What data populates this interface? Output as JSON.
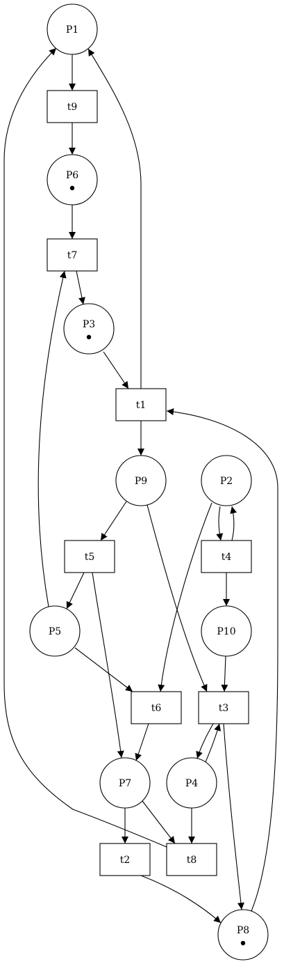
{
  "diagram": {
    "type": "petri-net",
    "places": [
      {
        "id": "P1",
        "label": "P1",
        "tokens": 0
      },
      {
        "id": "P6",
        "label": "P6",
        "tokens": 1
      },
      {
        "id": "P3",
        "label": "P3",
        "tokens": 1
      },
      {
        "id": "P9",
        "label": "P9",
        "tokens": 0
      },
      {
        "id": "P2",
        "label": "P2",
        "tokens": 0
      },
      {
        "id": "P5",
        "label": "P5",
        "tokens": 0
      },
      {
        "id": "P10",
        "label": "P10",
        "tokens": 0
      },
      {
        "id": "P7",
        "label": "P7",
        "tokens": 0
      },
      {
        "id": "P4",
        "label": "P4",
        "tokens": 0
      },
      {
        "id": "P8",
        "label": "P8",
        "tokens": 1
      }
    ],
    "transitions": [
      {
        "id": "t9",
        "label": "t9"
      },
      {
        "id": "t7",
        "label": "t7"
      },
      {
        "id": "t1",
        "label": "t1"
      },
      {
        "id": "t5",
        "label": "t5"
      },
      {
        "id": "t4",
        "label": "t4"
      },
      {
        "id": "t6",
        "label": "t6"
      },
      {
        "id": "t3",
        "label": "t3"
      },
      {
        "id": "t2",
        "label": "t2"
      },
      {
        "id": "t8",
        "label": "t8"
      }
    ],
    "arcs": [
      {
        "from": "P1",
        "to": "t9"
      },
      {
        "from": "t9",
        "to": "P6"
      },
      {
        "from": "P6",
        "to": "t7"
      },
      {
        "from": "t7",
        "to": "P3"
      },
      {
        "from": "P3",
        "to": "t1"
      },
      {
        "from": "t1",
        "to": "P1"
      },
      {
        "from": "t1",
        "to": "P9"
      },
      {
        "from": "P9",
        "to": "t5"
      },
      {
        "from": "P9",
        "to": "t3"
      },
      {
        "from": "P2",
        "to": "t4"
      },
      {
        "from": "t4",
        "to": "P2"
      },
      {
        "from": "P2",
        "to": "t6"
      },
      {
        "from": "t4",
        "to": "P10"
      },
      {
        "from": "t5",
        "to": "P5"
      },
      {
        "from": "t5",
        "to": "P7"
      },
      {
        "from": "P5",
        "to": "t7"
      },
      {
        "from": "P5",
        "to": "t6"
      },
      {
        "from": "P10",
        "to": "t3"
      },
      {
        "from": "t6",
        "to": "P7"
      },
      {
        "from": "t3",
        "to": "P4"
      },
      {
        "from": "P4",
        "to": "t3"
      },
      {
        "from": "t3",
        "to": "P8"
      },
      {
        "from": "P7",
        "to": "t2"
      },
      {
        "from": "P7",
        "to": "t8"
      },
      {
        "from": "P4",
        "to": "t8"
      },
      {
        "from": "t8",
        "to": "P1"
      },
      {
        "from": "t2",
        "to": "P8"
      },
      {
        "from": "P8",
        "to": "t1"
      }
    ]
  }
}
